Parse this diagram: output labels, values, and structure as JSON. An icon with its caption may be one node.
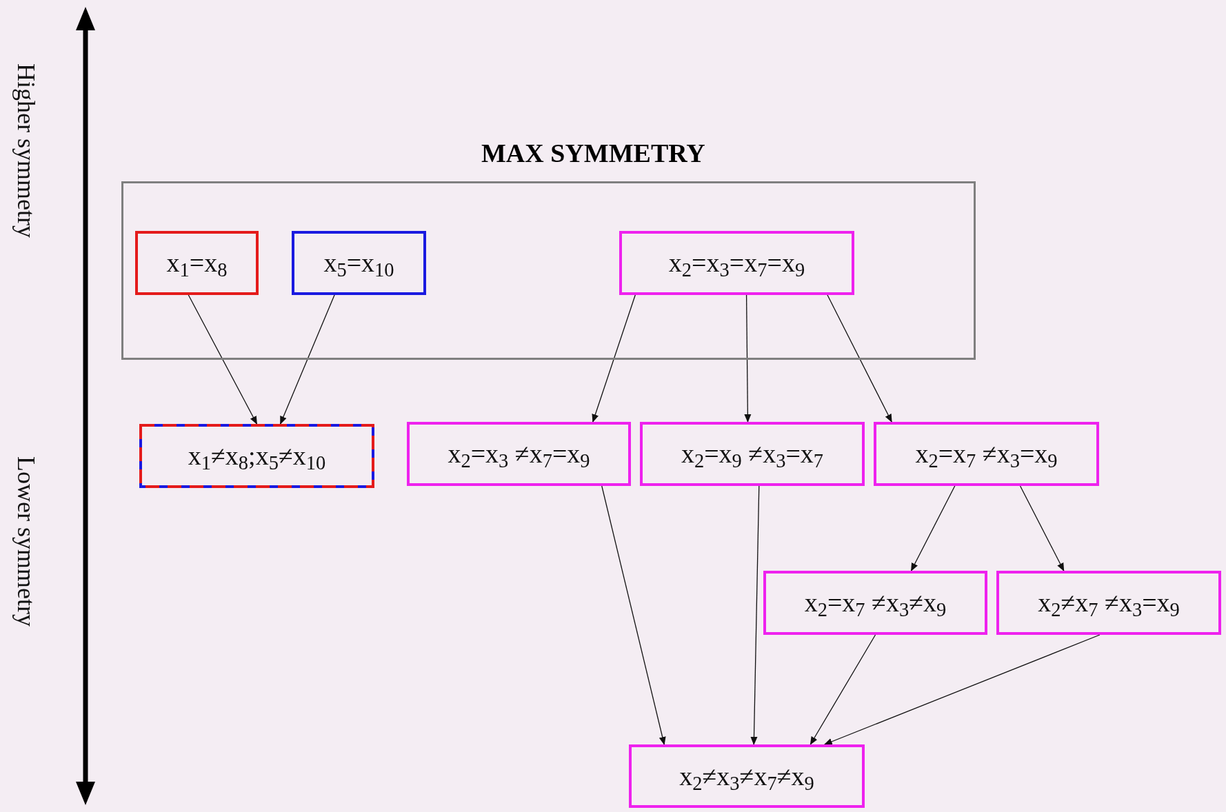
{
  "diagram": {
    "nodes": [
      {
        "text": [
          "MAX SYMMETRY"
        ]
      },
      {
        "text": [
          "x$_{1}$=x$_{8}$"
        ],
        "in": 0
      },
      {
        "text": [
          "x$_{5}$=x$_{10}$"
        ],
        "in": 0
      },
      {
        "text": [
          "x$_{2}$=x$_{3}$=x$_{7}$=x$_{9}$"
        ],
        "in": 0
      },
      {
        "text": [
          "x$_{1}$≠x$_{8}$;x$_{5}$≠x$_{10}$"
        ]
      },
      {
        "text": [
          "x$_{2}$=x$_{3}$ ≠x$_{7}$=x$_{9}$"
        ]
      },
      {
        "text": [
          "x$_{2}$=x$_{9}$ ≠x$_{3}$=x$_{7}$"
        ]
      },
      {
        "text": [
          "x$_{2}$=x$_{7}$ ≠x$_{3}$=x$_{9}$"
        ]
      },
      {
        "text": [
          "x$_{2}$=x$_{7}$ ≠x$_{3}$≠x$_{9}$"
        ]
      },
      {
        "text": [
          "x$_{2}$≠x$_{7}$ ≠x$_{3}$=x$_{9}$"
        ]
      },
      {
        "text": [
          "x$_{2}$≠x$_{3}$≠x$_{7}$≠x$_{9}$"
        ]
      }
    ],
    "edges": [
      {
        "from": 1,
        "to": 4,
        "arrow": "to"
      },
      {
        "from": 2,
        "to": 4,
        "arrow": "to"
      },
      {
        "from": 3,
        "to": 5,
        "arrow": "to"
      },
      {
        "from": 3,
        "to": 6,
        "arrow": "to"
      },
      {
        "from": 3,
        "to": 7,
        "arrow": "to"
      },
      {
        "from": 7,
        "to": 8,
        "arrow": "to"
      },
      {
        "from": 7,
        "to": 9,
        "arrow": "to"
      },
      {
        "from": 5,
        "to": 10,
        "arrow": "to"
      },
      {
        "from": 6,
        "to": 10,
        "arrow": "to"
      },
      {
        "from": 8,
        "to": 10,
        "arrow": "to"
      },
      {
        "from": 9,
        "to": 10,
        "arrow": "to"
      }
    ],
    "labels": [
      "Higher symmetry",
      "Lower symmetry"
    ]
  }
}
